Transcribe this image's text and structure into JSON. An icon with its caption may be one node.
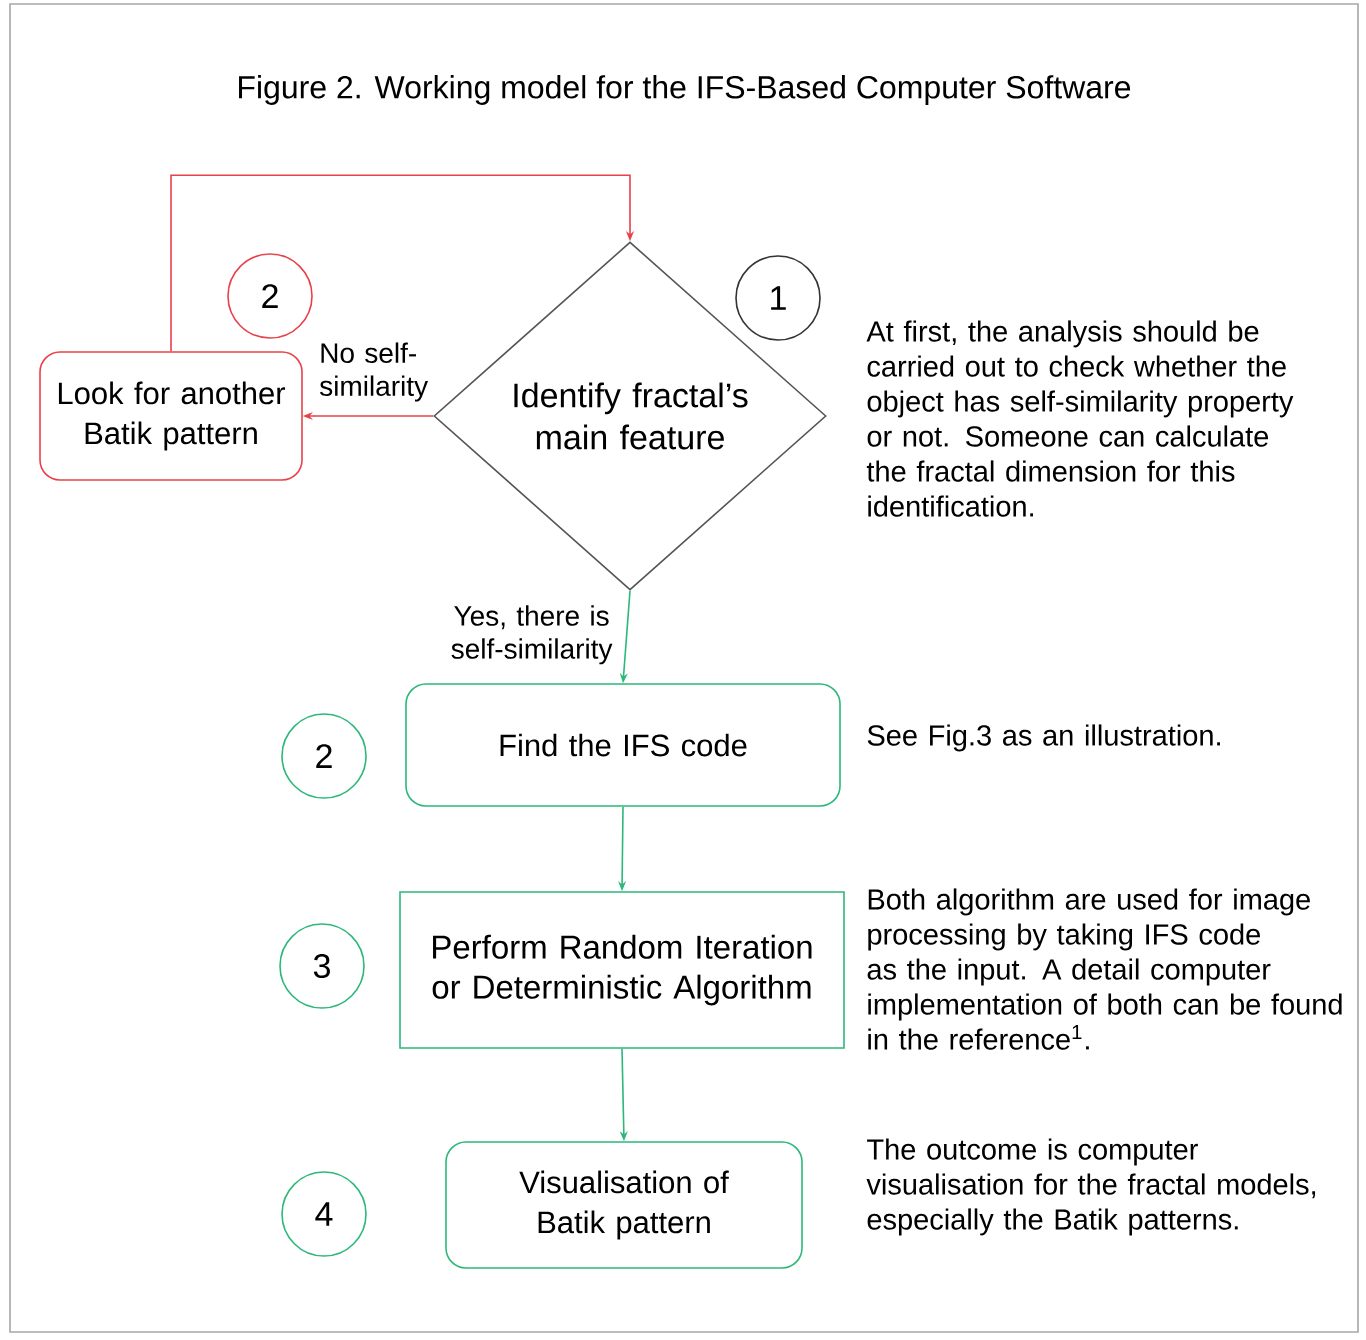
{
  "diagram": {
    "title": "Figure 2. Working model for the IFS-Based Computer Software",
    "nodes": [
      {
        "text": [
          "1"
        ]
      },
      {
        "text": [
          "Identify fractal’s main feature"
        ],
        "beside": [
          "At first, the analysis should be carried out to check whether the object has self-similarity property or not. Someone can calculate the fractal dimension for this identification."
        ]
      },
      {
        "text": [
          "2"
        ]
      },
      {
        "text": [
          "Look for another Batik pattern"
        ]
      },
      {
        "text": [
          "2"
        ]
      },
      {
        "text": [
          "Find the IFS code"
        ],
        "beside": [
          "See Fig.3 as an illustration."
        ]
      },
      {
        "text": [
          "3"
        ]
      },
      {
        "text": [
          "Perform Random Iteration or Deterministic Algorithm"
        ],
        "beside": [
          "Both algorithm are used for image processing by taking IFS code as the input. A detail computer implementation of both can be found in the reference$^{1}$."
        ]
      },
      {
        "text": [
          "4"
        ]
      },
      {
        "text": [
          "Visualisation of Batik pattern"
        ],
        "beside": [
          "The outcome is computer visualisation for the fractal models, especially the Batik patterns."
        ]
      }
    ],
    "edges": [
      {
        "from": 1,
        "to": 3,
        "arrow": "to",
        "label": "No self-similarity",
        "color": "#e8414a"
      },
      {
        "from": 3,
        "to": 1,
        "arrow": "to",
        "color": "#e8414a"
      },
      {
        "from": 1,
        "to": 5,
        "arrow": "to",
        "label": "Yes, there is self-similarity"
      },
      {
        "from": 5,
        "to": 7,
        "arrow": "to"
      },
      {
        "from": 7,
        "to": 9,
        "arrow": "to"
      }
    ]
  }
}
